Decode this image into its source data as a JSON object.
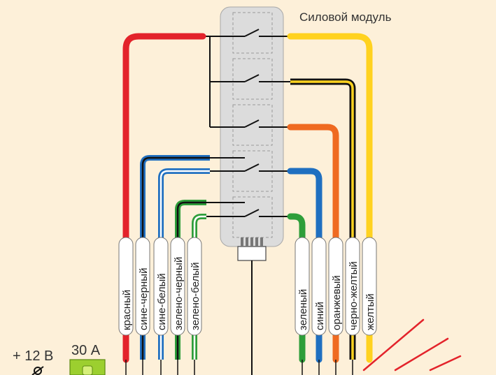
{
  "diagram": {
    "module_title": "Силовой модуль",
    "power_label": "+ 12 В",
    "fuse_label": "30 А",
    "wires_left": [
      {
        "label": "красный"
      },
      {
        "label": "сине-черный"
      },
      {
        "label": "сине-белый"
      },
      {
        "label": "зелено-черный"
      },
      {
        "label": "зелено-белый"
      }
    ],
    "wires_right": [
      {
        "label": "зеленый"
      },
      {
        "label": "синий"
      },
      {
        "label": "оранжевый"
      },
      {
        "label": "черно-желтый"
      },
      {
        "label": "желтый"
      }
    ],
    "colors": {
      "background": "#fdf0d9",
      "red": "#e3232b",
      "blue": "#1f6fc0",
      "green": "#2e9e3a",
      "orange": "#ef6a21",
      "yellow": "#ffd21f",
      "black": "#111111",
      "module": "#dcdcdc",
      "fuse": "#9ccf2f",
      "ground_hatch": "#e3232b"
    }
  }
}
